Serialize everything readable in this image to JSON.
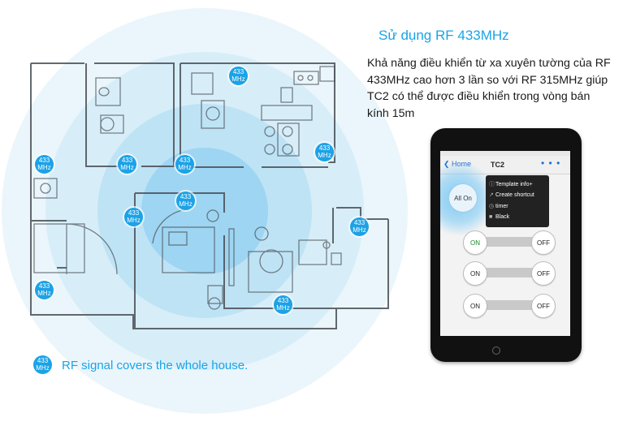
{
  "title": "Sử dụng RF 433MHz",
  "description": "Khả năng điều khiển từ xa xuyên tường của RF 433MHz cao hơn 3 lần so với RF 315MHz giúp  TC2 có thể được điều khiển trong vòng bán kính 15m",
  "badge": {
    "line1": "433",
    "line2": "MHz"
  },
  "caption": "RF signal covers the whole house.",
  "colors": {
    "accent": "#1aa3e8",
    "badge": "#1ca2e6",
    "plan_lines": "#4a4f55"
  },
  "phone": {
    "nav_back": "Home",
    "nav_title": "TC2",
    "nav_more": "• • •",
    "all_on": "All On",
    "menu": [
      {
        "icon": "info-icon",
        "label": "Template info+"
      },
      {
        "icon": "shortcut-icon",
        "label": "Create shortcut"
      },
      {
        "icon": "clock-icon",
        "label": "timer"
      },
      {
        "icon": "shirt-icon",
        "label": "Black"
      }
    ],
    "switches": [
      {
        "on": "ON",
        "off": "OFF"
      },
      {
        "on": "ON",
        "off": "OFF"
      },
      {
        "on": "ON",
        "off": "OFF"
      }
    ]
  }
}
